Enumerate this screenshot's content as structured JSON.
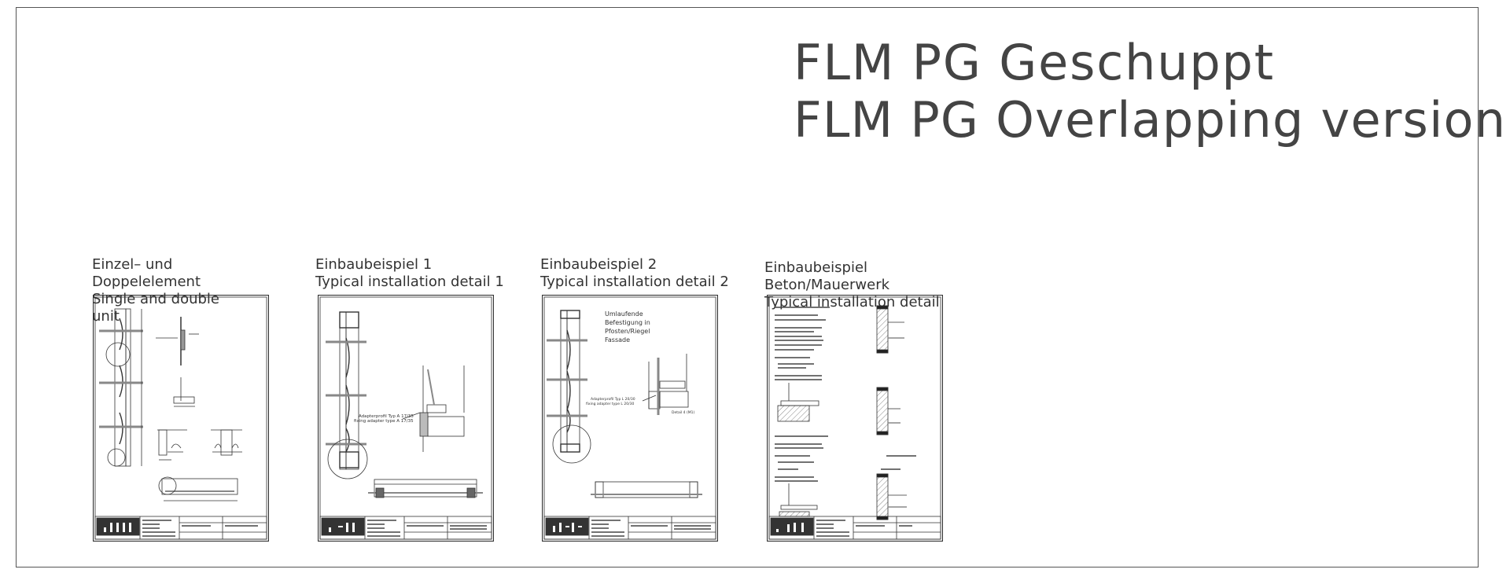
{
  "title": {
    "line1": "FLM PG Geschuppt",
    "line2": "FLM PG Overlapping version"
  },
  "sheets": [
    {
      "label_lines": [
        "Einzel– und",
        "Doppelelement",
        "Single and double",
        "unit"
      ]
    },
    {
      "label_lines": [
        "Einbaubeispiel 1",
        "Typical installation detail 1"
      ],
      "annotation": [
        "Adapterprofil Typ A 17/35",
        "fixing adapter type A 17/35"
      ]
    },
    {
      "label_lines": [
        "Einbaubeispiel 2",
        "Typical installation detail 2"
      ],
      "note_lines": [
        "Umlaufende",
        "Befestigung in",
        "Pfosten/Riegel",
        "Fassade"
      ],
      "annotation": [
        "Adapterprofil Typ L 20/30",
        "fixing adapter type L 20/30"
      ],
      "detail_label": "Detail 4 (M1)"
    },
    {
      "label_lines": [
        "Einbaubeispiel",
        "Beton/Mauerwerk",
        "Typical installation detail"
      ]
    }
  ],
  "colors": {
    "line": "#333333",
    "frame": "#555555",
    "gray_member": "#888888",
    "logo": "#333333"
  }
}
